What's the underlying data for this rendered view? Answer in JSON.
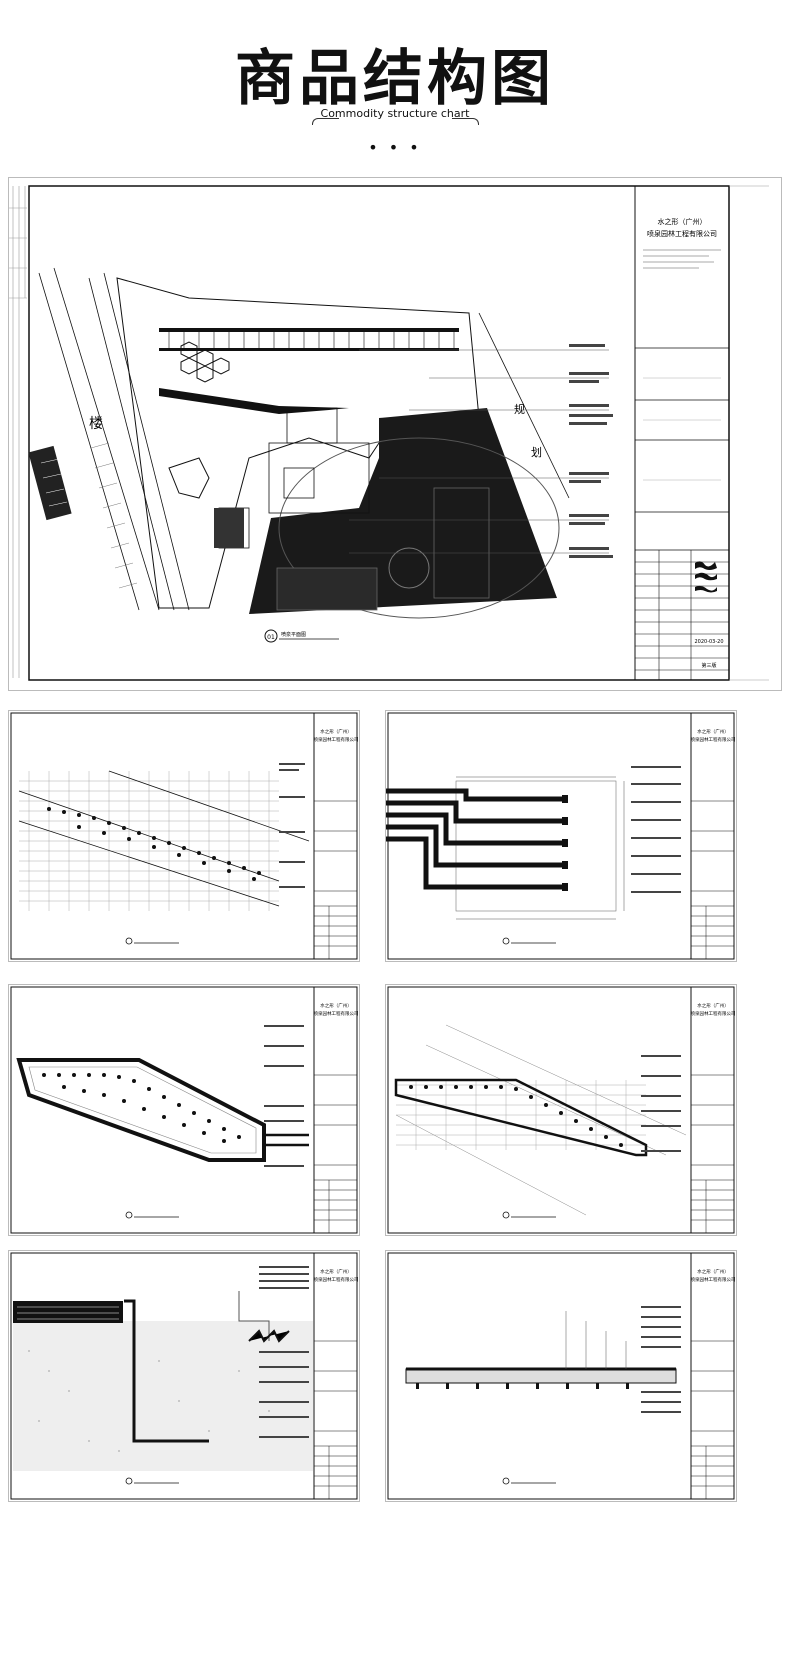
{
  "header": {
    "title": "商品结构图",
    "subtitle": "Commodity structure chart",
    "dots": "• • •"
  },
  "main_sheet": {
    "company_line1": "水之形（广州）",
    "company_line2": "喷泉园林工程有限公司",
    "sheet_number": "01",
    "road_label_left": "楼",
    "road_label_right1": "规",
    "road_label_right2": "划",
    "date_text": "2020-03-20",
    "stage_text": "第三版",
    "plan_title": "喷泉平面图"
  },
  "small_sheets": {
    "company_line1": "水之形（广州）",
    "company_line2": "喷泉园林工程有限公司"
  },
  "colors": {
    "ink": "#111111",
    "paper": "#ffffff",
    "frame": "#bbbbbb"
  }
}
